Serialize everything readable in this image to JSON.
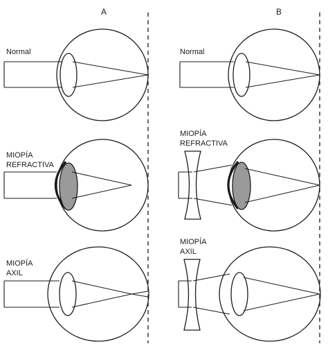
{
  "columns": {
    "left": {
      "label": "A"
    },
    "right": {
      "label": "B"
    }
  },
  "panels": {
    "a_normal": {
      "label_lines": [
        "Normal"
      ]
    },
    "a_refractive": {
      "label_lines": [
        "MIOPÍA",
        "REFRACTIVA"
      ]
    },
    "a_axial": {
      "label_lines": [
        "MIOPÍA",
        "AXIL"
      ]
    },
    "b_normal": {
      "label_lines": [
        "Normal"
      ]
    },
    "b_refractive": {
      "label_lines": [
        "MIOPÍA",
        "REFRACTIVA"
      ]
    },
    "b_axial": {
      "label_lines": [
        "MIOPÍA",
        "AXIL"
      ]
    }
  },
  "colors": {
    "ink": "#1a1a1a",
    "lens_fill_refractive": "#9a9a9a",
    "background": "#ffffff"
  }
}
